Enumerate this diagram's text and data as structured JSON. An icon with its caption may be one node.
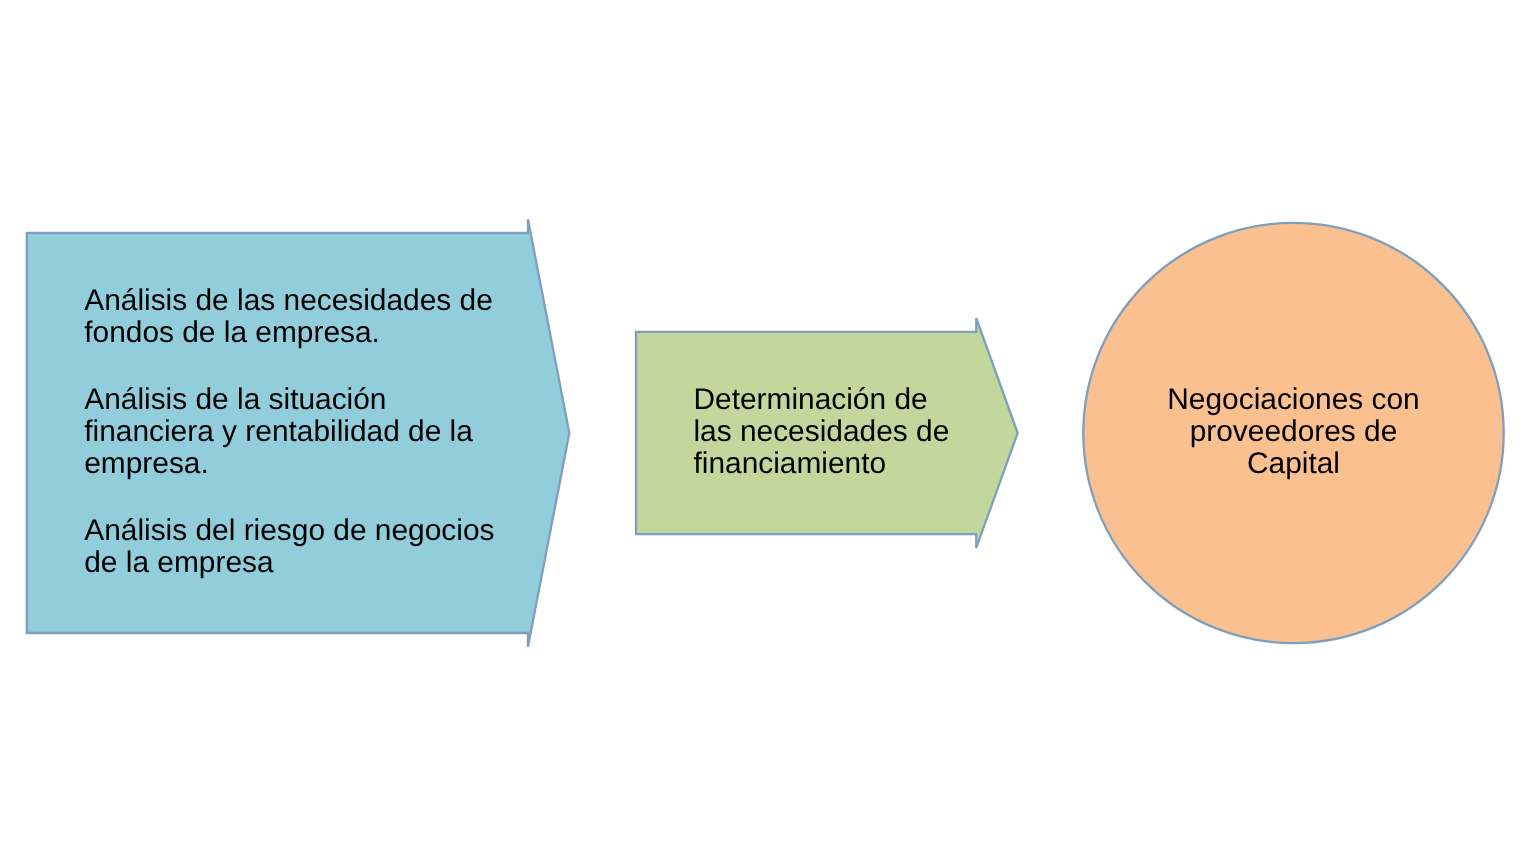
{
  "diagram": {
    "nodes": [
      {
        "text": [
          "Análisis de las necesidades de fondos de la empresa.",
          "Análisis de la situación financiera y rentabilidad de la empresa.",
          "Análisis del riesgo de negocios de la empresa"
        ]
      },
      {
        "text": [
          "Determinación de las necesidades de financiamiento"
        ]
      },
      {
        "text": [
          "Negociaciones con proveedores de Capital"
        ]
      }
    ]
  }
}
